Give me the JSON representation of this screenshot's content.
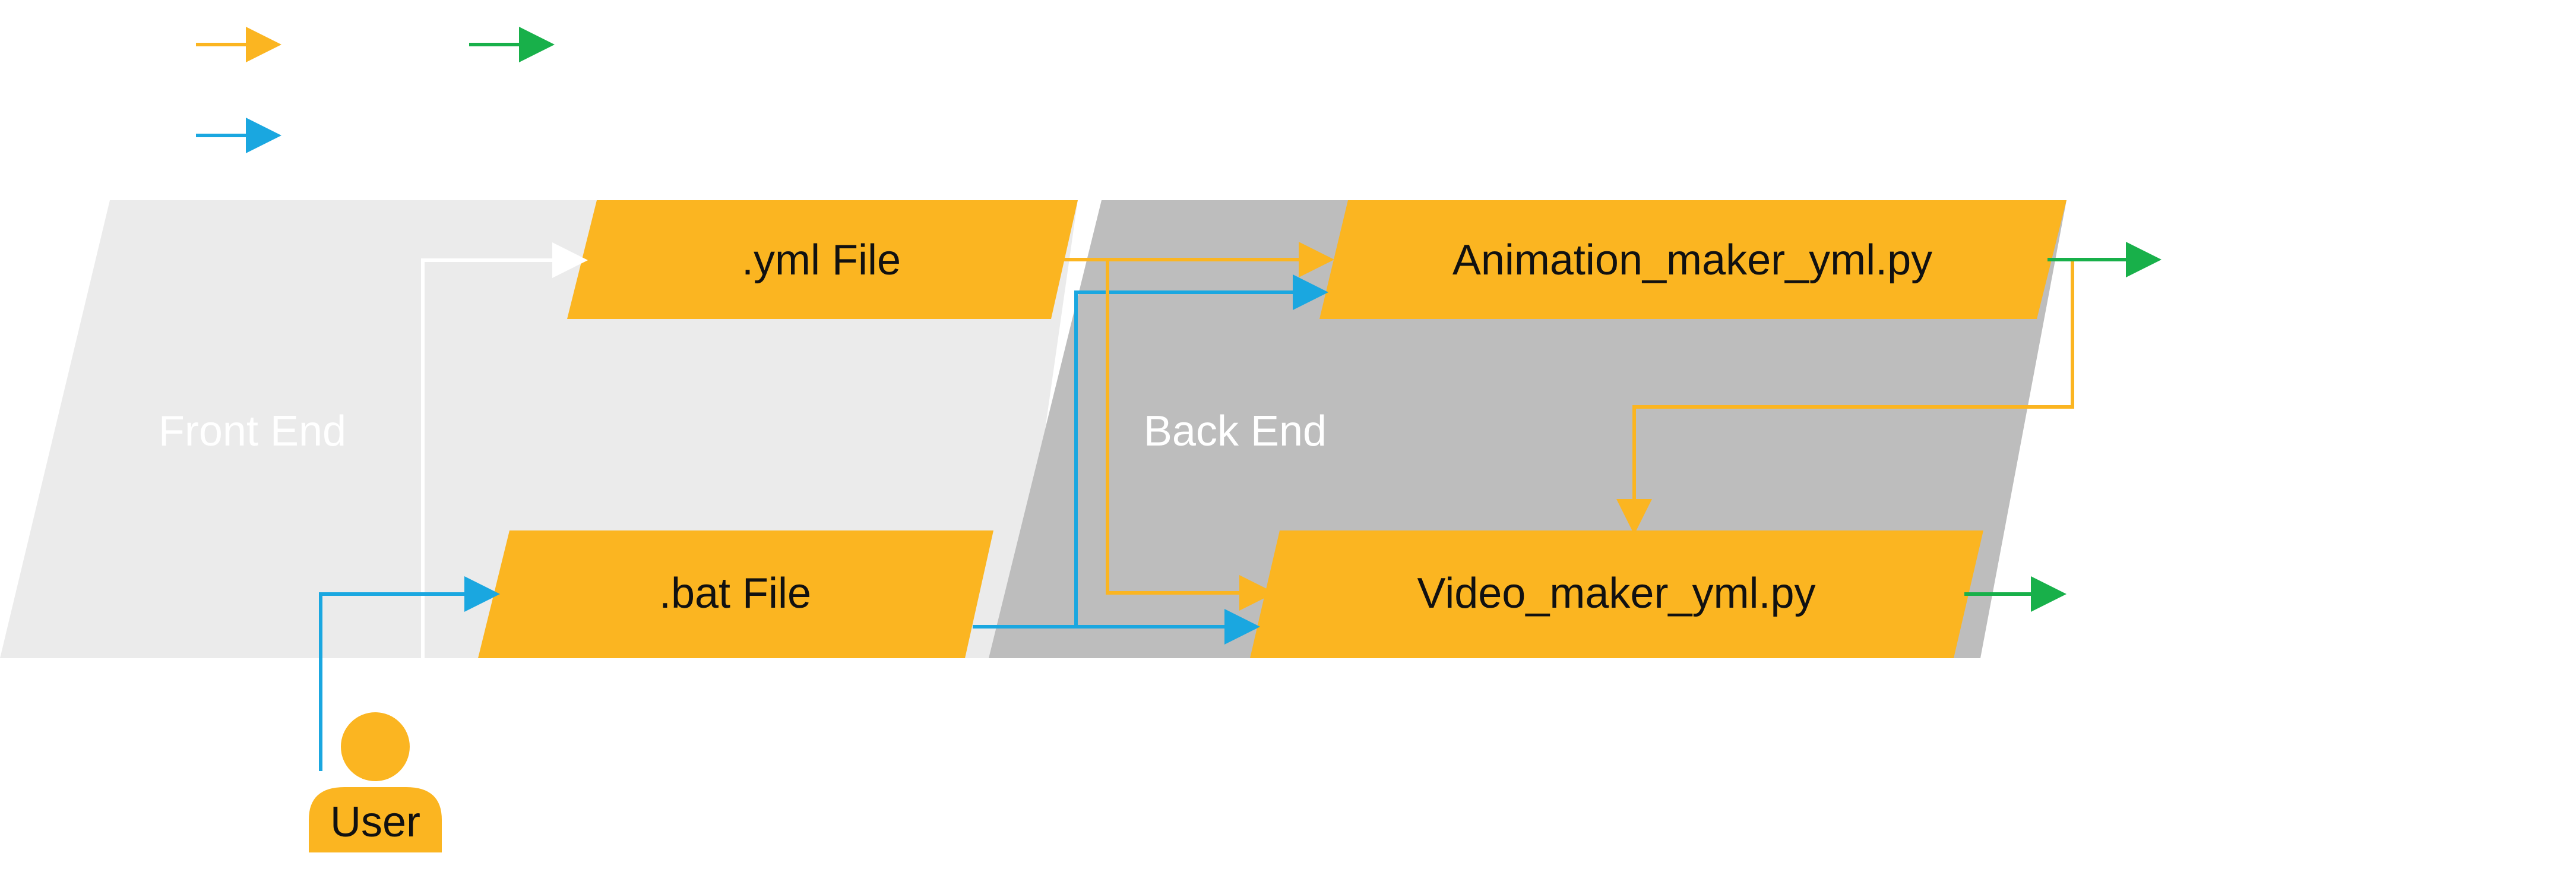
{
  "colors": {
    "front_region": "#ebebeb",
    "back_region": "#bdbdbd",
    "box_fill": "#fbb521",
    "user_fill": "#fbb521",
    "flow_orange": "#fbb521",
    "flow_blue": "#1aa7e0",
    "flow_green": "#18b04a",
    "flow_white": "#ffffff"
  },
  "regions": {
    "front_end": "Front End",
    "back_end": "Back End"
  },
  "boxes": {
    "yml_file": ".yml File",
    "bat_file": ".bat File",
    "animation_maker": "Animation_maker_yml.py",
    "video_maker": "Video_maker_yml.py"
  },
  "actor": {
    "user": "User",
    "icon": "person-icon"
  },
  "legend": {
    "orange_arrow_label": "",
    "green_arrow_label": "",
    "blue_arrow_label": ""
  }
}
